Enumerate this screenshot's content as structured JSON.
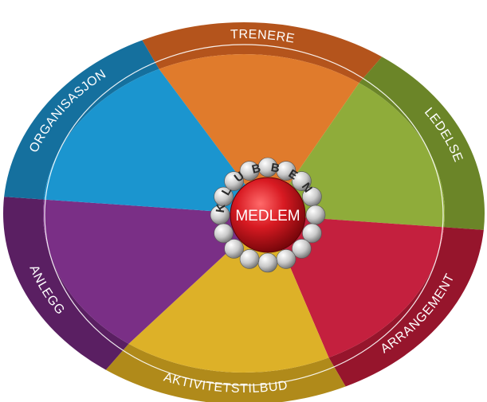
{
  "diagram": {
    "center": {
      "label": "MEDLEM",
      "color": "#c8141c"
    },
    "ring_word": [
      "K",
      "L",
      "U",
      "B",
      "B",
      "E",
      "N"
    ],
    "segments": [
      {
        "id": "trenere",
        "label": "TRENERE",
        "color": "#e07b2c",
        "ring_color": "#b4541c"
      },
      {
        "id": "ledelse",
        "label": "LEDELSE",
        "color": "#8fac3a",
        "ring_color": "#6b8528"
      },
      {
        "id": "arrangement",
        "label": "ARRANGEMENT",
        "color": "#c4203e",
        "ring_color": "#96152c"
      },
      {
        "id": "aktivitetstilbud",
        "label": "AKTIVITETSTILBUD",
        "color": "#ddb128",
        "ring_color": "#b08a1a"
      },
      {
        "id": "anlegg",
        "label": "ANLEGG",
        "color": "#7a2f86",
        "ring_color": "#5a1f62"
      },
      {
        "id": "organisasjon",
        "label": "ORGANISASJON",
        "color": "#1b95cf",
        "ring_color": "#15709e"
      }
    ]
  }
}
